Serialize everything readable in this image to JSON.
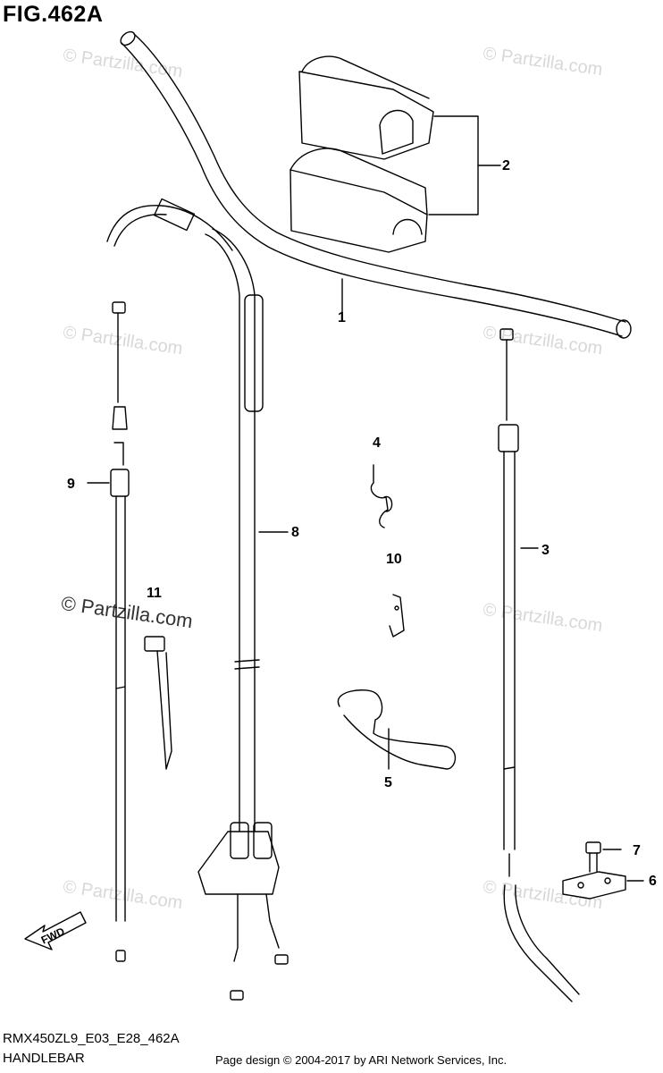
{
  "title": "FIG.462A",
  "footer": {
    "code": "RMX450ZL9_E03_E28_462A",
    "name": "HANDLEBAR",
    "copyright": "Page design © 2004-2017 by ARI Network Services, Inc."
  },
  "watermark": {
    "text": "© Partzilla.com",
    "color": "#d8d8d8"
  },
  "fwd_label": "FWD",
  "callouts": {
    "c1": "1",
    "c2": "2",
    "c3": "3",
    "c4": "4",
    "c5": "5",
    "c6": "6",
    "c7": "7",
    "c8": "8",
    "c9": "9",
    "c10": "10",
    "c11": "11"
  }
}
